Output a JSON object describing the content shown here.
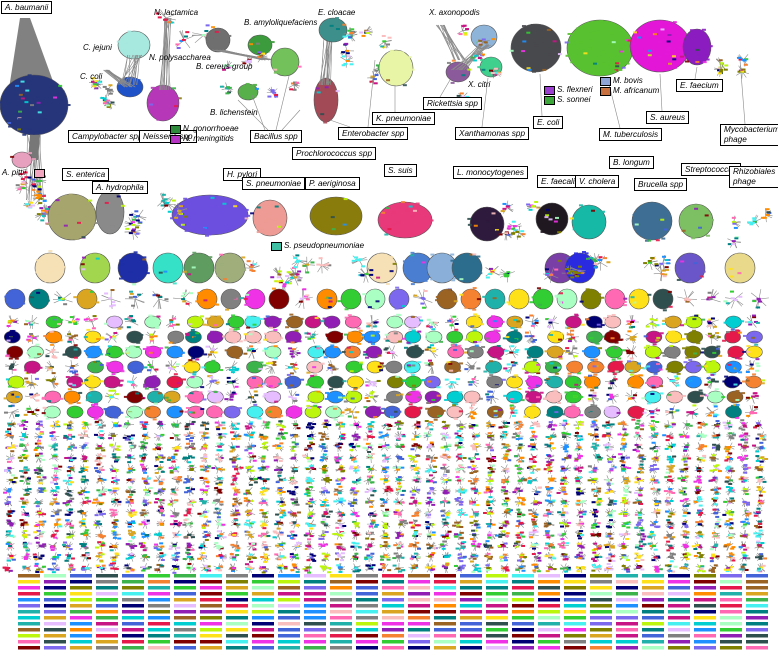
{
  "labels": {
    "a_baumanii": "A. baumanii",
    "n_lactamica": "N. lactamica",
    "b_amyloliquefaciens": "B. amyloliquefaciens",
    "c_jejuni": "C. jejuni",
    "c_coli": "C. coli",
    "n_polysaccharea": "N. polysaccharea",
    "b_cereus_group": "B. cereus group",
    "b_lichenstein": "B. lichenstein",
    "campylobacter_spp": "Campylobacter spp",
    "neisseria_spp": "Neisseria spp",
    "bacillus_spp": "Bacillus spp",
    "prochlorococcus_spp": "Prochlorococcus spp",
    "e_cloacae": "E. cloacae",
    "enterobacter_spp": "Enterobacter spp",
    "k_pneumoniae": "K. pneumoniae",
    "x_axonopodis": "X. axonopodis",
    "x_citri": "X. citri",
    "rickettsia_spp": "Rickettsia spp",
    "xanthamonas_spp": "Xanthamonas spp",
    "e_coli": "E. coli",
    "m_tuberculosis": "M. tuberculosis",
    "s_aureus": "S. aureus",
    "e_faecium": "E. faecium",
    "mycobacterium_phage": "Mycobacterium\nphage",
    "a_pittii": "A. pittii",
    "s_enterica": "S. enterica",
    "a_hydrophila": "A. hydrophila",
    "h_pylori": "H. pylori",
    "s_pneumoniae": "S. pneumoniae",
    "p_aeriginosa": "P. aeriginosa",
    "s_suis": "S. suis",
    "l_monocytogenes": "L. monocytogenes",
    "e_faecalis": "E. faecalis",
    "v_cholera": "V. cholera",
    "b_longum": "B. longum",
    "brucella_spp": "Brucella spp",
    "streptococcus": "Streptococcus",
    "rhizobiales_phage": "Rhizobiales\nphage",
    "s_pseudopneumoniae": "S. pseudopneumoniae"
  },
  "legends": {
    "neisseria": [
      {
        "label": "N. gonorrhoeae",
        "color": "#2e8b3c"
      },
      {
        "label": "N. meningitids",
        "color": "#b733c4"
      }
    ],
    "shigella": [
      {
        "label": "S. flexneri",
        "color": "#9b3fd0"
      },
      {
        "label": "S. sonnei",
        "color": "#3ca63a"
      }
    ],
    "mycobacterium": [
      {
        "label": "M. bovis",
        "color": "#8fa4d6"
      },
      {
        "label": "M. africanum",
        "color": "#c8703e"
      }
    ]
  },
  "colors": {
    "a_baumanii": "#26357a",
    "c_jejuni": "#a7e8df",
    "c_coli": "#1f52c9",
    "neisseria": "#b638b8",
    "e_coli": "#48494d",
    "m_tuberculosis": "#58c12f",
    "s_aureus": "#e316d8",
    "e_faecium": "#8b1cc0",
    "k_pneumoniae": "#e8f5a6",
    "s_enterica": "#a7a56e",
    "h_pylori": "#6d4fe0",
    "s_pneumoniae": "#ed9b94",
    "p_aeriginosa": "#8a7c0c",
    "s_suis": "#e8397a",
    "l_monocytogenes": "#2d1a3c",
    "e_faecalis": "#201820",
    "v_cholera": "#16b8a6",
    "streptococcus": "#7dbf63",
    "brucella_spp": "#3e6e94",
    "s_pseudopneumoniae": "#3fbfa4"
  }
}
